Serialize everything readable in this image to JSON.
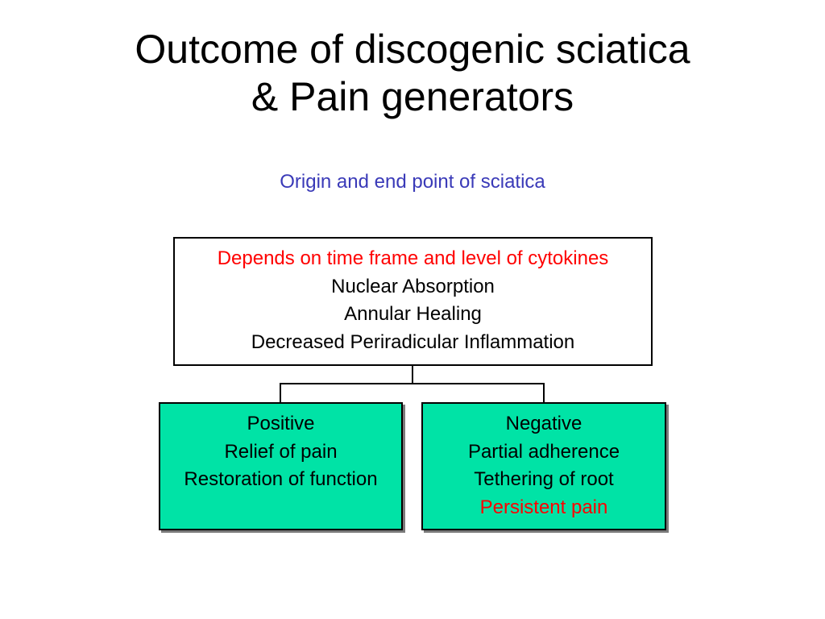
{
  "title": {
    "line1": "Outcome of discogenic sciatica",
    "line2": "& Pain generators"
  },
  "subtitle": "Origin and end point of sciatica",
  "colors": {
    "subtitle": "#3a3ab8",
    "highlight": "#ff0000",
    "child_fill": "#00e3a6"
  },
  "diagram": {
    "root": {
      "lines": [
        "Depends on time frame and level of cytokines",
        "Nuclear Absorption",
        "Annular Healing",
        "Decreased Periradicular Inflammation"
      ]
    },
    "children": [
      {
        "lines": [
          "Positive",
          "Relief of pain",
          "Restoration of function"
        ]
      },
      {
        "lines": [
          "Negative",
          "Partial adherence",
          "Tethering of root",
          "Persistent pain"
        ]
      }
    ]
  }
}
